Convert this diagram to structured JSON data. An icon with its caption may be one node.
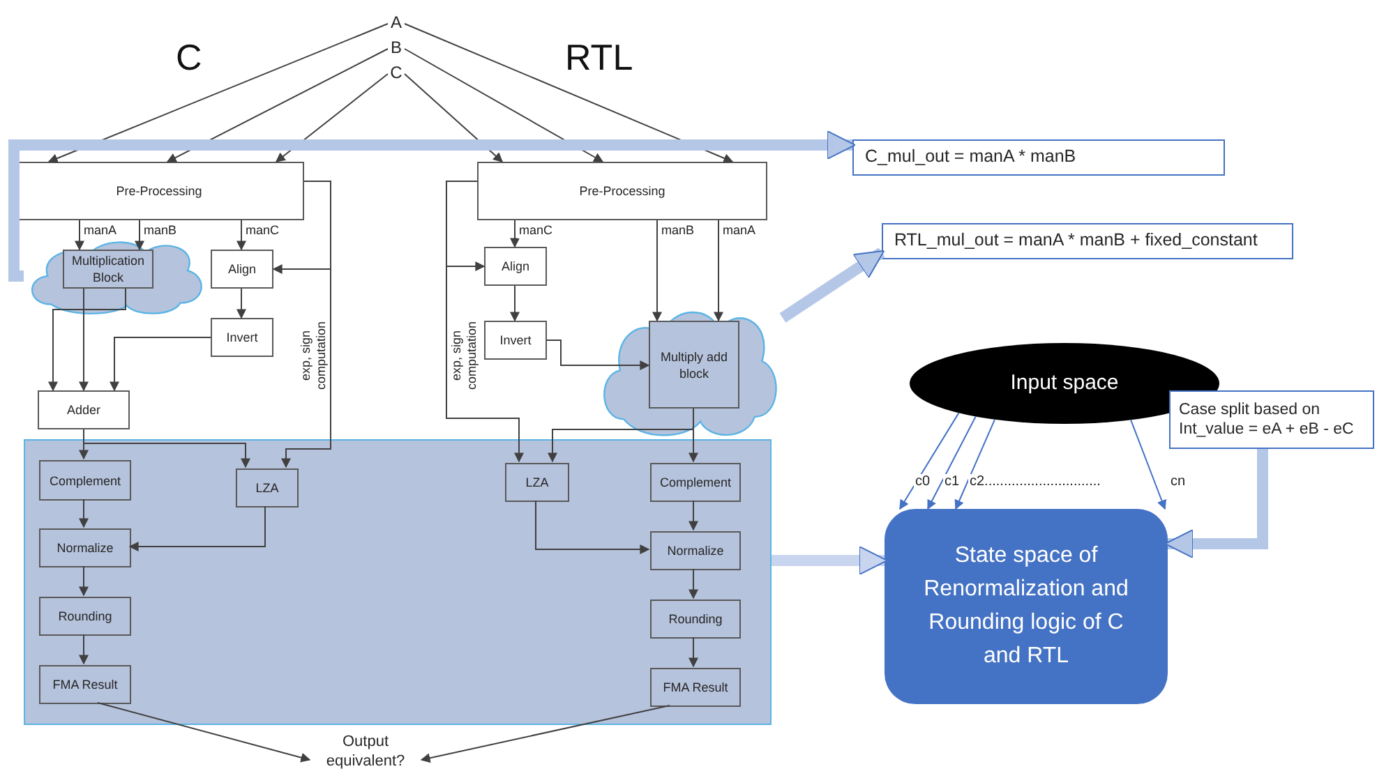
{
  "diagram": {
    "nodes": [
      {
        "text": [
          "A"
        ]
      },
      {
        "text": [
          "B"
        ]
      },
      {
        "text": [
          "C"
        ]
      },
      {
        "text": [
          "Pre-Processing"
        ]
      },
      {
        "text": [
          "Pre-Processing"
        ]
      },
      {
        "text": [
          "C_mul_out = manA * manB"
        ]
      },
      {
        "text": [
          "RTL_mul_out = manA * manB + fixed_constant"
        ]
      },
      {
        "text": [],
        "shape": "cloud"
      },
      {
        "text": [
          "Multiplication Block"
        ],
        "in": 7
      },
      {
        "text": [
          "Align"
        ]
      },
      {
        "text": [
          "Invert"
        ]
      },
      {
        "text": [
          "Align"
        ]
      },
      {
        "text": [
          "Invert"
        ]
      },
      {
        "text": [],
        "shape": "cloud"
      },
      {
        "text": [
          "Multiply add block"
        ],
        "in": 13
      },
      {
        "text": [
          "Input space"
        ]
      },
      {
        "text": [
          "Case split based on Int_value = eA + eB - eC"
        ]
      },
      {
        "text": [
          "Adder"
        ]
      },
      {
        "text": [],
        "shape": "box"
      },
      {
        "text": [
          "Complement"
        ],
        "in": 18
      },
      {
        "text": [
          "LZA"
        ],
        "in": 18
      },
      {
        "text": [
          "LZA"
        ],
        "in": 18
      },
      {
        "text": [
          "Complement"
        ],
        "in": 18
      },
      {
        "text": [
          "Normalize"
        ],
        "in": 18
      },
      {
        "text": [
          "Normalize"
        ],
        "in": 18
      },
      {
        "text": [
          "Rounding"
        ],
        "in": 18
      },
      {
        "text": [
          "Rounding"
        ],
        "in": 18
      },
      {
        "text": [
          "FMA Result"
        ],
        "in": 18
      },
      {
        "text": [
          "FMA Result"
        ],
        "in": 18
      },
      {
        "text": [
          "State space of Renormalization and Rounding logic of C and RTL"
        ]
      },
      {
        "text": [
          "Output equivalent?"
        ]
      }
    ],
    "edges": [
      {
        "from": 0,
        "to": 3,
        "arrow": "to"
      },
      {
        "from": 1,
        "to": 3,
        "arrow": "to"
      },
      {
        "from": 2,
        "to": 3,
        "arrow": "to"
      },
      {
        "from": 2,
        "to": 4,
        "arrow": "to"
      },
      {
        "from": 1,
        "to": 4,
        "arrow": "to"
      },
      {
        "from": 0,
        "to": 4,
        "arrow": "to"
      },
      {
        "from": 3,
        "to": 8,
        "arrow": "to",
        "label": "manA"
      },
      {
        "from": 3,
        "to": 8,
        "arrow": "to",
        "label": "manB"
      },
      {
        "from": 3,
        "to": 9,
        "arrow": "to",
        "label": "manC"
      },
      {
        "from": 3,
        "to": 9,
        "arrow": "to"
      },
      {
        "from": 3,
        "to": 20,
        "arrow": "to",
        "label": "exp, sign computation"
      },
      {
        "from": 9,
        "to": 10,
        "arrow": "to"
      },
      {
        "from": 10,
        "to": 17,
        "arrow": "to"
      },
      {
        "from": 8,
        "to": 17,
        "arrow": "to"
      },
      {
        "from": 8,
        "to": 17,
        "arrow": "to"
      },
      {
        "from": 17,
        "to": 19,
        "arrow": "to"
      },
      {
        "from": 17,
        "to": 20,
        "arrow": "to"
      },
      {
        "from": 19,
        "to": 23,
        "arrow": "to"
      },
      {
        "from": 20,
        "to": 23,
        "arrow": "to"
      },
      {
        "from": 23,
        "to": 25,
        "arrow": "to"
      },
      {
        "from": 25,
        "to": 27,
        "arrow": "to"
      },
      {
        "from": 27,
        "to": 30,
        "arrow": "to"
      },
      {
        "from": 4,
        "to": 11,
        "arrow": "to",
        "label": "manC"
      },
      {
        "from": 4,
        "to": 11,
        "arrow": "to"
      },
      {
        "from": 4,
        "to": 21,
        "arrow": "to",
        "label": "exp, sign computation"
      },
      {
        "from": 4,
        "to": 14,
        "arrow": "to",
        "label": "manB"
      },
      {
        "from": 4,
        "to": 14,
        "arrow": "to",
        "label": "manA"
      },
      {
        "from": 11,
        "to": 12,
        "arrow": "to"
      },
      {
        "from": 12,
        "to": 14,
        "arrow": "to"
      },
      {
        "from": 14,
        "to": 22,
        "arrow": "to"
      },
      {
        "from": 14,
        "to": 21,
        "arrow": "to"
      },
      {
        "from": 21,
        "to": 24,
        "arrow": "to"
      },
      {
        "from": 22,
        "to": 24,
        "arrow": "to"
      },
      {
        "from": 24,
        "to": 26,
        "arrow": "to"
      },
      {
        "from": 26,
        "to": 28,
        "arrow": "to"
      },
      {
        "from": 28,
        "to": 30,
        "arrow": "to"
      },
      {
        "from": 7,
        "to": 5,
        "arrow": "to",
        "style": "thick",
        "color": "#b4c7e7"
      },
      {
        "from": 13,
        "to": 6,
        "arrow": "to",
        "style": "thick",
        "color": "#b4c7e7"
      },
      {
        "from": 18,
        "to": 29,
        "arrow": "to",
        "style": "thick",
        "color": "#c9d5ee"
      },
      {
        "from": 15,
        "to": 29,
        "arrow": "to",
        "label": "c0",
        "color": "#4472c4"
      },
      {
        "from": 15,
        "to": 29,
        "arrow": "to",
        "label": "c1",
        "color": "#4472c4"
      },
      {
        "from": 15,
        "to": 29,
        "arrow": "to",
        "label": "c2..............................",
        "color": "#4472c4"
      },
      {
        "from": 15,
        "to": 29,
        "arrow": "to",
        "label": "cn",
        "color": "#4472c4"
      },
      {
        "from": 16,
        "to": 29,
        "arrow": "to",
        "style": "thick",
        "color": "#b4c7e7"
      }
    ],
    "labels": [
      "C",
      "RTL"
    ]
  }
}
